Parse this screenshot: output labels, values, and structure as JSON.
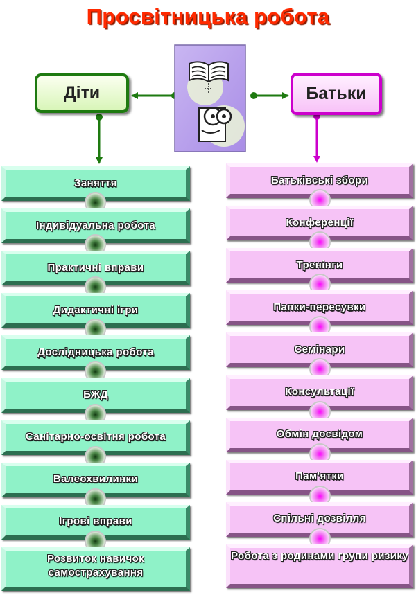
{
  "title": "Просвітницька робота",
  "kids": {
    "header": "Діти",
    "items": [
      "Заняття",
      "Індивідуальна робота",
      "Практичні вправи",
      "Дидактичні ігри",
      "Дослідницька робота",
      "БЖД",
      "Санітарно-освітня робота",
      "Валеохвилинки",
      "Ігрові вправи",
      "Розвиток навичок самострахування"
    ]
  },
  "parents": {
    "header": "Батьки",
    "items": [
      "Батьківські збори",
      "Конференції",
      "Тренінги",
      "Папки-пересувки",
      "Семінари",
      "Консультації",
      "Обмін досвідом",
      "Пам'ятки",
      "Спільні дозвілля",
      "Робота з родинами групи ризику"
    ]
  },
  "colors": {
    "title": "#ff2a00",
    "kids_border": "#1e7a10",
    "kids_fill": "#8ff2c8",
    "parents_border": "#cc00cc",
    "parents_fill": "#f6c3f6"
  },
  "center_icon": "book-and-reader-icon"
}
